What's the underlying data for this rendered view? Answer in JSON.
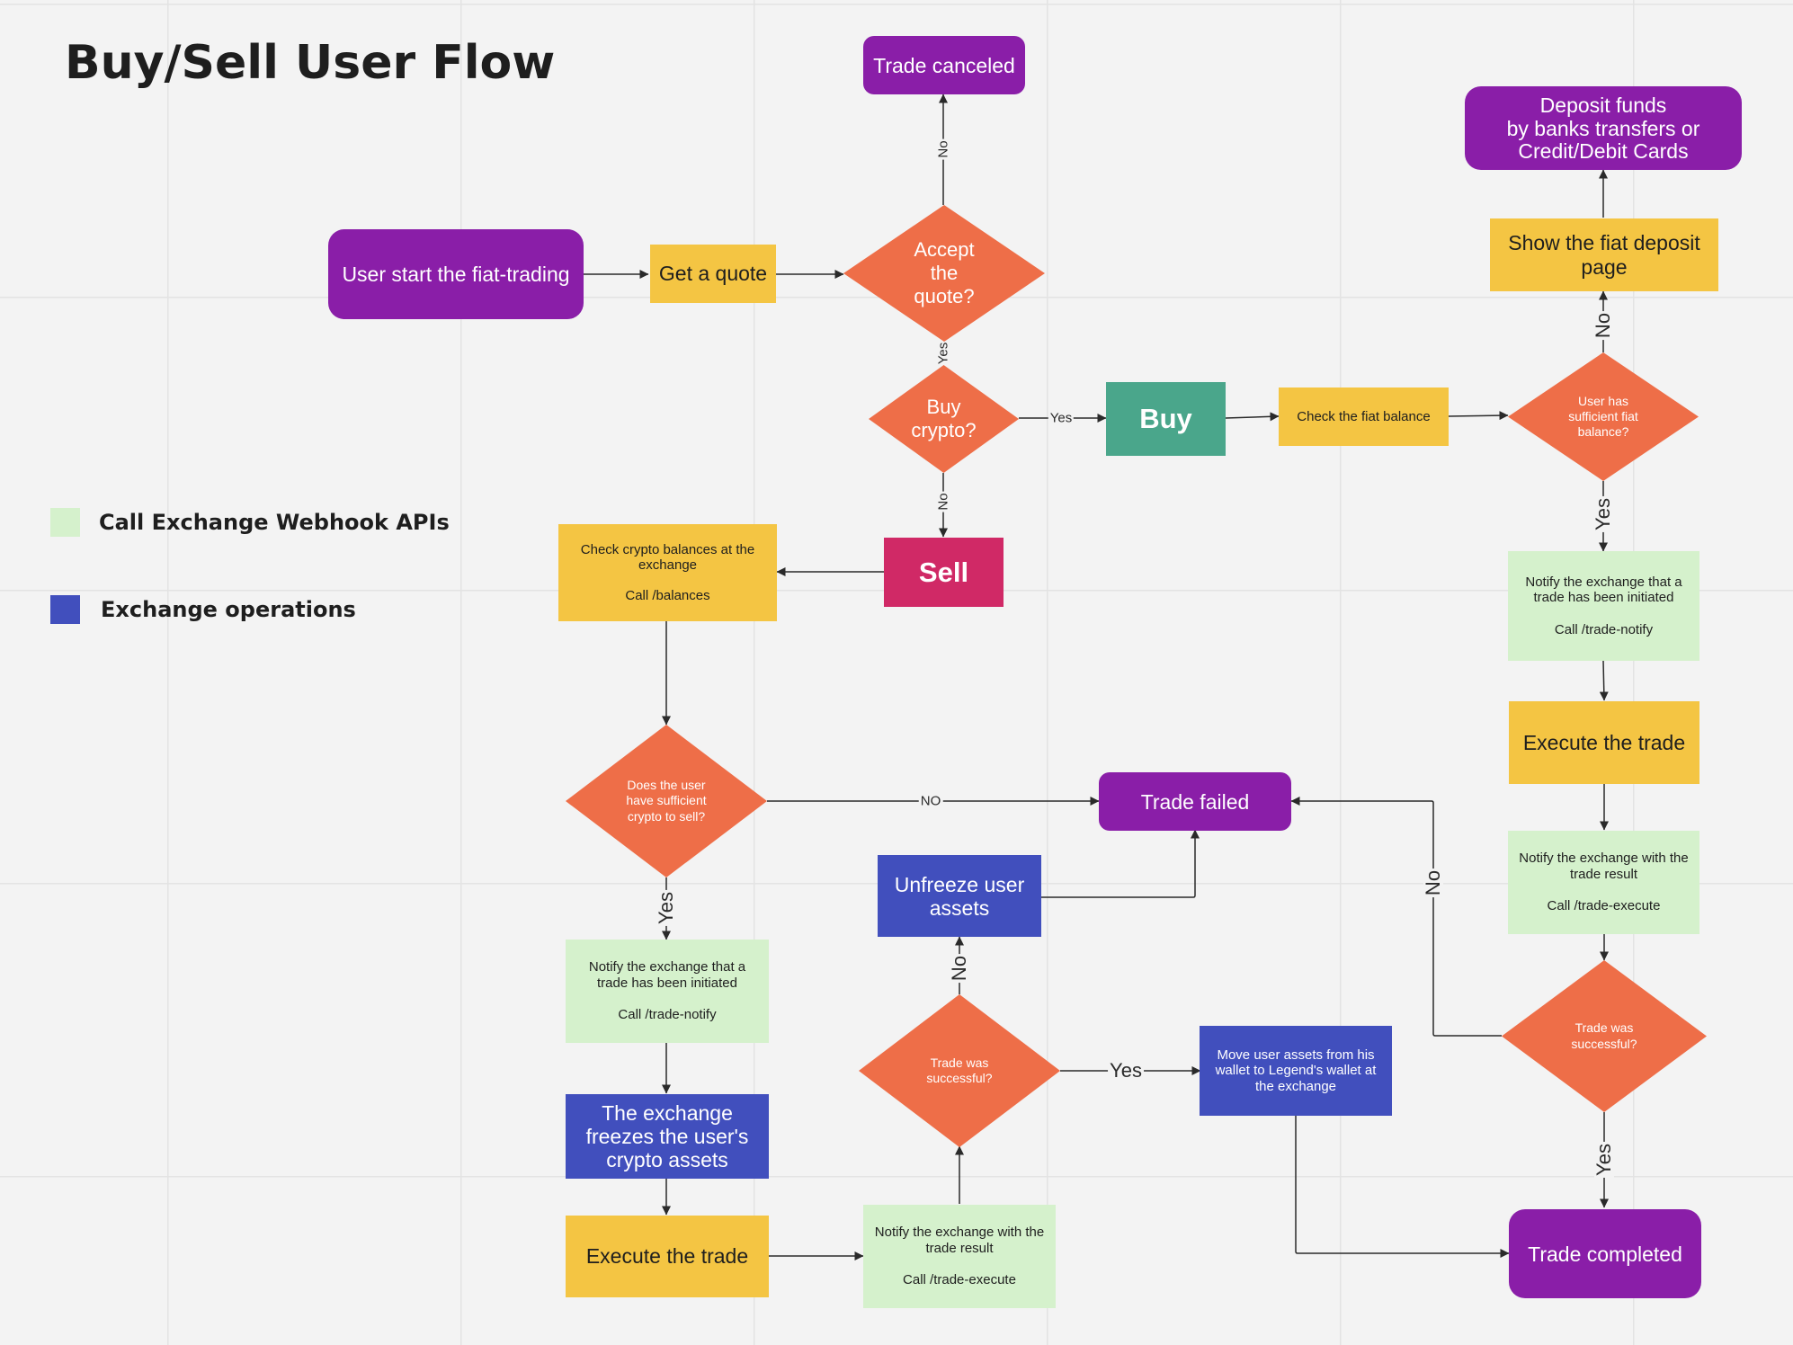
{
  "title": "Buy/Sell User Flow",
  "legend": {
    "api": {
      "label": "Call Exchange Webhook APIs",
      "color": "#d5f1cc"
    },
    "ops": {
      "label": "Exchange operations",
      "color": "#414fbd"
    }
  },
  "colors": {
    "terminal": "#8a1ea8",
    "process": "#f4c543",
    "decision": "#ee6e48",
    "api_call": "#d5f1cc",
    "exchange_operation": "#414fbd",
    "buy": "#4aa68b",
    "sell": "#d02966"
  },
  "nodes": {
    "trade_canceled": "Trade canceled",
    "deposit_funds": "Deposit funds\nby banks transfers or\nCredit/Debit Cards",
    "user_start": "User start the fiat-trading",
    "get_quote": "Get a quote",
    "accept_quote": "Accept\nthe\nquote?",
    "show_deposit": "Show the fiat deposit\npage",
    "buy_crypto": "Buy\ncrypto?",
    "buy": "Buy",
    "check_fiat": "Check the fiat balance",
    "sufficient_fiat": "User has\nsufficient fiat\nbalance?",
    "check_crypto": "Check crypto balances at the\nexchange\n\nCall /balances",
    "sell": "Sell",
    "notify_init_buy": "Notify the exchange that a\ntrade has been initiated\n\nCall /trade-notify",
    "execute_buy": "Execute the trade",
    "sufficient_crypto": "Does the user\nhave sufficient\ncrypto to sell?",
    "trade_failed": "Trade failed",
    "unfreeze": "Unfreeze user\nassets",
    "notify_result_buy": "Notify the exchange with the\ntrade result\n\nCall /trade-execute",
    "notify_init_sell": "Notify the exchange that a\ntrade has been initiated\n\nCall /trade-notify",
    "success_sell": "Trade was\nsuccessful?",
    "move_assets": "Move user assets from his\nwallet to Legend's wallet at\nthe exchange",
    "success_buy": "Trade was\nsuccessful?",
    "freeze": "The exchange\nfreezes the user's\ncrypto assets",
    "execute_sell": "Execute the trade",
    "notify_result_sell": "Notify the exchange with the\ntrade result\n\nCall /trade-execute",
    "trade_completed": "Trade completed"
  },
  "edge_labels": {
    "accept_no": "No",
    "accept_yes": "Yes",
    "buy_yes": "Yes",
    "buy_no": "No",
    "fiat_no": "No",
    "fiat_yes": "Yes",
    "crypto_no": "NO",
    "crypto_yes": "Yes",
    "sell_success_no": "No",
    "sell_success_yes": "Yes",
    "buy_success_no": "No",
    "buy_success_yes": "Yes"
  }
}
